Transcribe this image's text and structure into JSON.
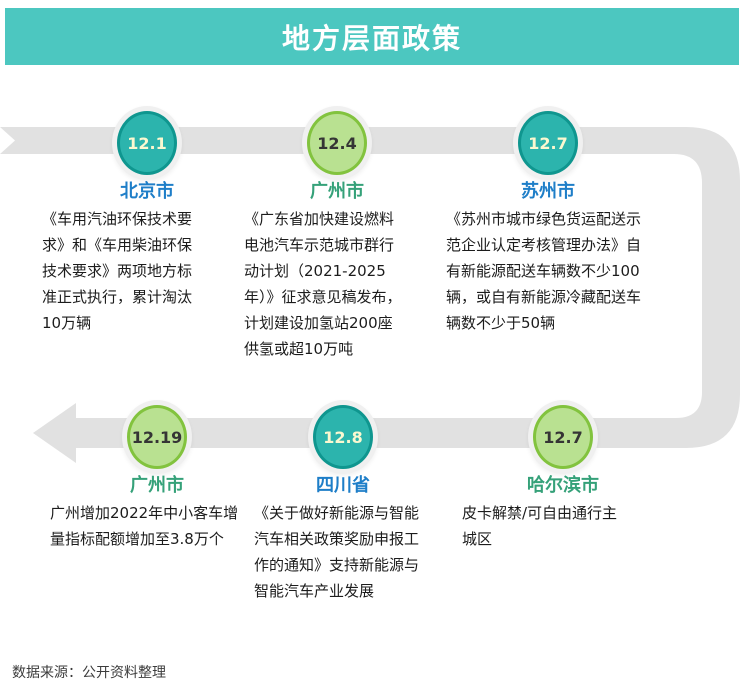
{
  "header": {
    "title": "地方层面政策"
  },
  "colors": {
    "banner": "#4cc7c0",
    "band": "#e1e1e1",
    "teal_circle_fill": "#2cb4ad",
    "teal_circle_stroke": "#0f968f",
    "teal_date_text": "#fbf8d0",
    "green_circle_fill": "#b9e191",
    "green_circle_stroke": "#82c33e",
    "blue_city_label": "#1e7ec8",
    "green_city_label": "#35a179"
  },
  "items": [
    {
      "date": "12.1",
      "city": "北京市",
      "circle_color": "teal",
      "city_color": "blue",
      "desc": "《车用汽油环保技术要\n求》和《车用柴油环保\n技术要求》两项地方标\n准正式执行，累计淘汰\n10万辆"
    },
    {
      "date": "12.4",
      "city": "广州市",
      "circle_color": "green",
      "city_color": "green",
      "desc": "《广东省加快建设燃料\n电池汽车示范城市群行\n动计划（2021-2025\n年）》征求意见稿发布，\n计划建设加氢站200座\n供氢或超10万吨"
    },
    {
      "date": "12.7",
      "city": "苏州市",
      "circle_color": "teal",
      "city_color": "blue",
      "desc": "《苏州市城市绿色货运配送示\n范企业认定考核管理办法》自\n有新能源配送车辆数不少100\n辆，或自有新能源冷藏配送车\n辆数不少于50辆"
    },
    {
      "date": "12.19",
      "city": "广州市",
      "circle_color": "green",
      "city_color": "green",
      "desc": "广州增加2022年中小客车增\n量指标配额增加至3.8万个"
    },
    {
      "date": "12.8",
      "city": "四川省",
      "circle_color": "teal",
      "city_color": "blue",
      "desc": "《关于做好新能源与智能\n汽车相关政策奖励申报工\n作的通知》支持新能源与\n智能汽车产业发展"
    },
    {
      "date": "12.7",
      "city": "哈尔滨市",
      "circle_color": "green",
      "city_color": "green",
      "desc": "皮卡解禁/可自由通行主\n城区"
    }
  ],
  "footer": {
    "source_label": "数据来源：公开资料整理"
  }
}
